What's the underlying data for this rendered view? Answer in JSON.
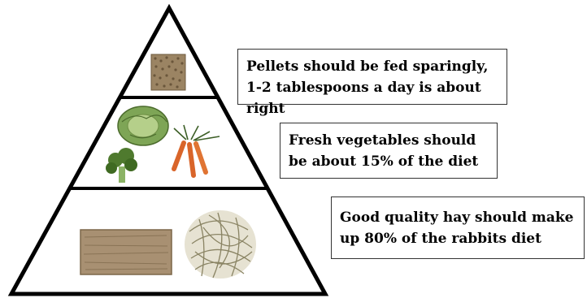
{
  "pyramid": {
    "tiers": [
      {
        "id": "pellets",
        "label": "Pellets should be fed sparingly, 1-2 tablespoons a day is about right",
        "icon": "pellets-icon"
      },
      {
        "id": "vegetables",
        "label": "Fresh vegetables should be about 15% of the diet",
        "icons": [
          "cabbage-icon",
          "broccoli-icon",
          "carrots-icon"
        ]
      },
      {
        "id": "hay",
        "label": "Good quality hay should make up 80% of the rabbits diet",
        "icons": [
          "hay-bale-icon",
          "loose-hay-icon"
        ]
      }
    ]
  },
  "labels": {
    "pellets": "Pellets should be fed sparingly, 1-2 tablespoons a day is about right",
    "vegetables": "Fresh vegetables should be about 15% of the diet",
    "hay": "Good quality hay should make up 80% of the rabbits diet"
  },
  "colors": {
    "outline": "#000000",
    "pellets": "#9b8463",
    "cabbage": "#7ea556",
    "broccoli": "#4f7a2e",
    "carrot": "#d9652a",
    "hay": "#a89072"
  }
}
